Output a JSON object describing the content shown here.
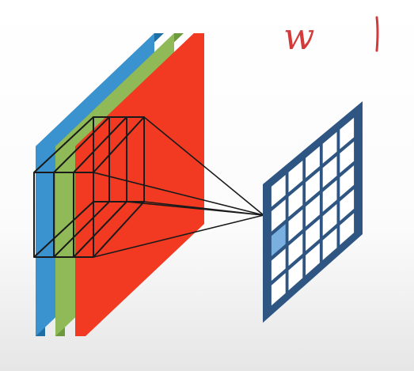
{
  "annotation": {
    "text": "w",
    "color": "#d43a3a"
  },
  "input_volume": {
    "channels": [
      {
        "color": "#3a93cf"
      },
      {
        "color": "#8fba57"
      },
      {
        "color": "#f23a22"
      }
    ]
  },
  "output_grid": {
    "rows": 5,
    "cols": 5,
    "frame_color": "#2f5582",
    "cell_color": "#ffffff",
    "highlight_color": "#7ab0e0"
  },
  "kernel": {
    "stroke": "#1a1a1a"
  }
}
